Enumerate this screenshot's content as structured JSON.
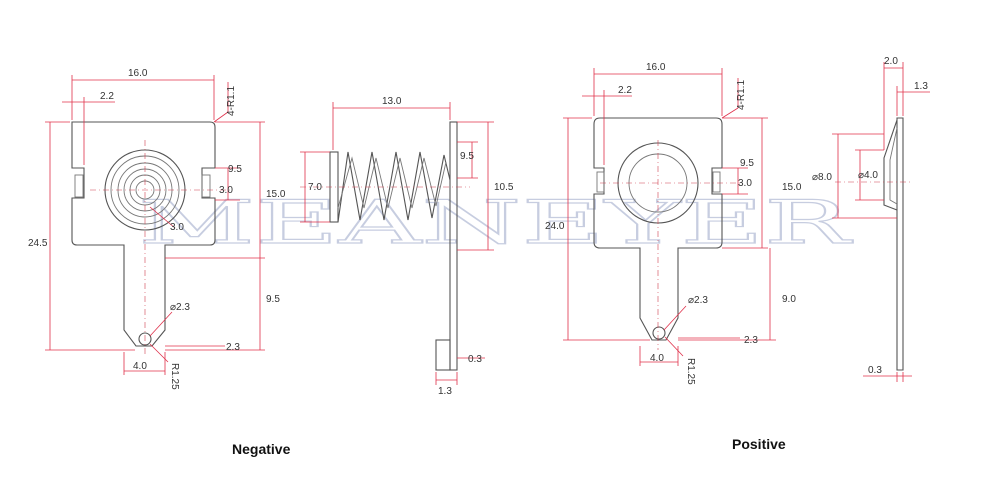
{
  "labels": {
    "negative": "Negative",
    "positive": "Positive"
  },
  "watermark": "MEANEYER",
  "negative_front": {
    "width": "16.0",
    "offset": "2.2",
    "radius": "4-R1.1",
    "height": "24.5",
    "slot_spacing": "9.5",
    "slot_height": "3.0",
    "center_offset": "3.0",
    "tab_length": "9.5",
    "hole_dia": "⌀2.3",
    "tab_gap": "2.3",
    "tab_width": "4.0",
    "tab_radius": "R1.25"
  },
  "negative_side": {
    "spring_length": "13.0",
    "spring_dia": "7.0",
    "inner_height": "9.5",
    "outer_height": "15.0",
    "spring_span": "10.5",
    "plate_thickness": "0.3",
    "foot_length": "1.3"
  },
  "positive_front": {
    "width": "16.0",
    "offset": "2.2",
    "radius": "4-R1.1",
    "height": "24.0",
    "slot_spacing": "9.5",
    "slot_height": "3.0",
    "body_height": "15.0",
    "tab_length": "9.0",
    "hole_dia": "⌀2.3",
    "tab_gap": "2.3",
    "tab_width": "4.0",
    "tab_radius": "R1.25"
  },
  "positive_side": {
    "top_width": "2.0",
    "bump_depth": "1.3",
    "outer_dia": "⌀8.0",
    "inner_dia": "⌀4.0",
    "thickness": "0.3"
  }
}
